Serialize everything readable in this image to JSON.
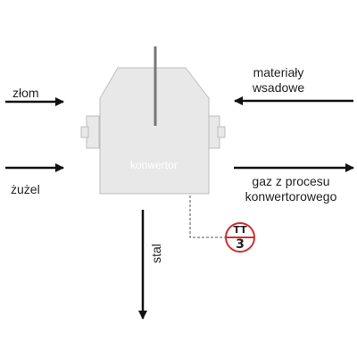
{
  "inputs": {
    "scrap": "złom",
    "slag": "żużel",
    "charge_line1": "materiały",
    "charge_line2": "wsadowe"
  },
  "outputs": {
    "gas_line1": "gaz z procesu",
    "gas_line2": "konwertorowego",
    "steel": "stal"
  },
  "vessel": {
    "label": "konwertor"
  },
  "instrument": {
    "code": "TT",
    "number": "3",
    "color": "#d32f2f"
  },
  "colors": {
    "vessel_fill": "#e8e8e8",
    "vessel_stroke": "#bdbdbd",
    "arrow": "#111111",
    "lance": "#777777"
  }
}
